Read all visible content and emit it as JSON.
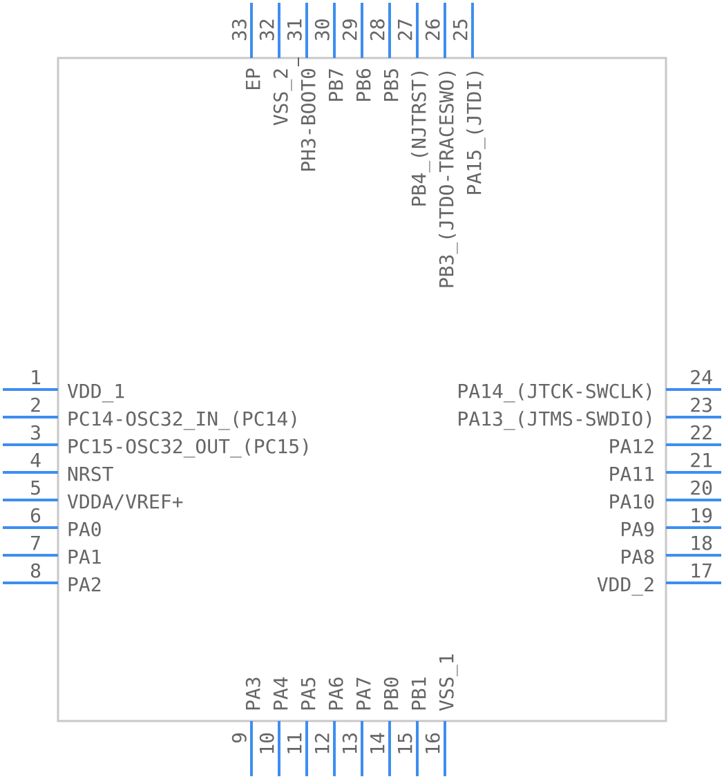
{
  "component": {
    "left_pins": [
      {
        "number": "1",
        "name": "VDD_1"
      },
      {
        "number": "2",
        "name": "PC14-OSC32_IN_(PC14)"
      },
      {
        "number": "3",
        "name": "PC15-OSC32_OUT_(PC15)"
      },
      {
        "number": "4",
        "name": "NRST"
      },
      {
        "number": "5",
        "name": "VDDA/VREF+"
      },
      {
        "number": "6",
        "name": "PA0"
      },
      {
        "number": "7",
        "name": "PA1"
      },
      {
        "number": "8",
        "name": "PA2"
      }
    ],
    "bottom_pins": [
      {
        "number": "9",
        "name": "PA3"
      },
      {
        "number": "10",
        "name": "PA4"
      },
      {
        "number": "11",
        "name": "PA5"
      },
      {
        "number": "12",
        "name": "PA6"
      },
      {
        "number": "13",
        "name": "PA7"
      },
      {
        "number": "14",
        "name": "PB0"
      },
      {
        "number": "15",
        "name": "PB1"
      },
      {
        "number": "16",
        "name": "VSS_1"
      }
    ],
    "right_pins": [
      {
        "number": "17",
        "name": "VDD_2"
      },
      {
        "number": "18",
        "name": "PA8"
      },
      {
        "number": "19",
        "name": "PA9"
      },
      {
        "number": "20",
        "name": "PA10"
      },
      {
        "number": "21",
        "name": "PA11"
      },
      {
        "number": "22",
        "name": "PA12"
      },
      {
        "number": "23",
        "name": "PA13_(JTMS-SWDIO)"
      },
      {
        "number": "24",
        "name": "PA14_(JTCK-SWCLK)"
      }
    ],
    "top_pins": [
      {
        "number": "25",
        "name": "PA15_(JTDI)"
      },
      {
        "number": "26",
        "name": "PB3_(JTDO-TRACESWO)"
      },
      {
        "number": "27",
        "name": "PB4_(NJTRST)"
      },
      {
        "number": "28",
        "name": "PB5"
      },
      {
        "number": "29",
        "name": "PB6"
      },
      {
        "number": "30",
        "name": "PB7"
      },
      {
        "number": "31",
        "name": "PH3-BOOT0"
      },
      {
        "number": "32",
        "name": "VSS_2"
      },
      {
        "number": "33",
        "name": "EP"
      }
    ]
  },
  "colors": {
    "pin": "#3d8ef0",
    "body_outline": "#c8c8c8",
    "text": "#666666"
  }
}
